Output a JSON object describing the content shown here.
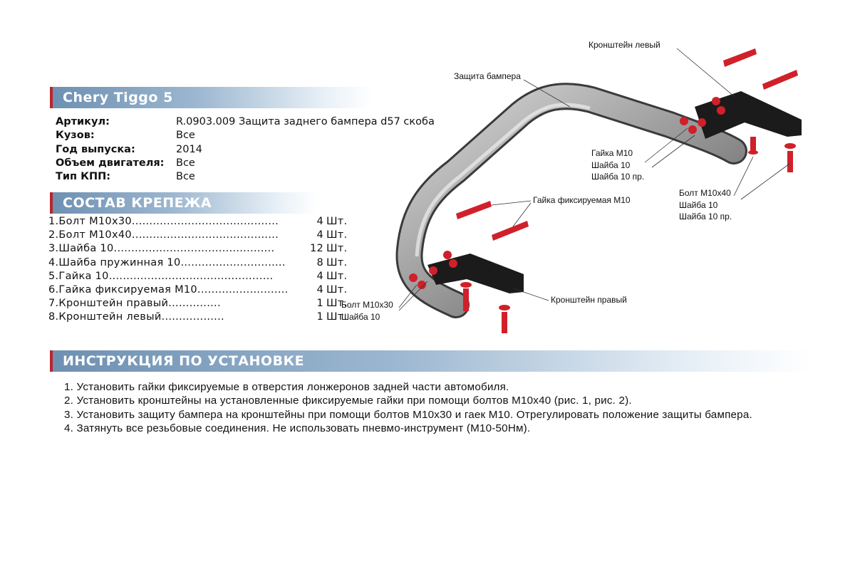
{
  "header": {
    "title": "Chery Tiggo 5"
  },
  "info": [
    {
      "label": "Артикул:",
      "value": "R.0903.009 Защита заднего бампера d57 скоба"
    },
    {
      "label": "Кузов:",
      "value": "Все"
    },
    {
      "label": "Год выпуска:",
      "value": "2014"
    },
    {
      "label": "Объем двигателя:",
      "value": "Все"
    },
    {
      "label": "Тип КПП:",
      "value": "Все"
    }
  ],
  "fasteners": {
    "title": "СОСТАВ КРЕПЕЖА",
    "items": [
      {
        "name": "1.Болт М10х30..........................................",
        "qty": "4",
        "unit": "Шт."
      },
      {
        "name": "2.Болт М10х40..........................................",
        "qty": "4",
        "unit": "Шт."
      },
      {
        "name": "3.Шайба 10..............................................",
        "qty": "12",
        "unit": "Шт."
      },
      {
        "name": "4.Шайба пружинная 10..............................",
        "qty": "8",
        "unit": "Шт."
      },
      {
        "name": "5.Гайка 10...............................................",
        "qty": "4",
        "unit": "Шт."
      },
      {
        "name": "6.Гайка фиксируемая М10..........................",
        "qty": "4",
        "unit": "Шт."
      },
      {
        "name": "7.Кронштейн правый...............",
        "qty": "1",
        "unit": "Шт."
      },
      {
        "name": "8.Кронштейн левый..................",
        "qty": "1",
        "unit": "Шт."
      }
    ]
  },
  "instructions": {
    "title": "ИНСТРУКЦИЯ ПО УСТАНОВКЕ",
    "steps": [
      "1. Установить гайки фиксируемые в отверстия лонжеронов задней части автомобиля.",
      "2. Установить кронштейны на установленные фиксируемые гайки при помощи болтов М10х40 (рис. 1, рис. 2).",
      "3. Установить защиту бампера на кронштейны при помощи болтов М10х30 и гаек М10. Отрегулировать положение защиты бампера.",
      "4. Затянуть все резьбовые соединения. Не использовать пневмо-инструмент (М10-50Нм)."
    ]
  },
  "diagram": {
    "labels": {
      "bracket_left": "Кронштейн левый",
      "bumper_guard": "Защита бампера",
      "nut_group": [
        "Гайка М10",
        "Шайба 10",
        "Шайба 10 пр."
      ],
      "bolt40_group": [
        "Болт М10х40",
        "Шайба 10",
        "Шайба 10 пр."
      ],
      "fixed_nut": "Гайка фиксируемая М10",
      "bracket_right": "Кронштейн правый",
      "bolt30_group": [
        "Болт М10х30",
        "Шайба 10"
      ]
    }
  }
}
